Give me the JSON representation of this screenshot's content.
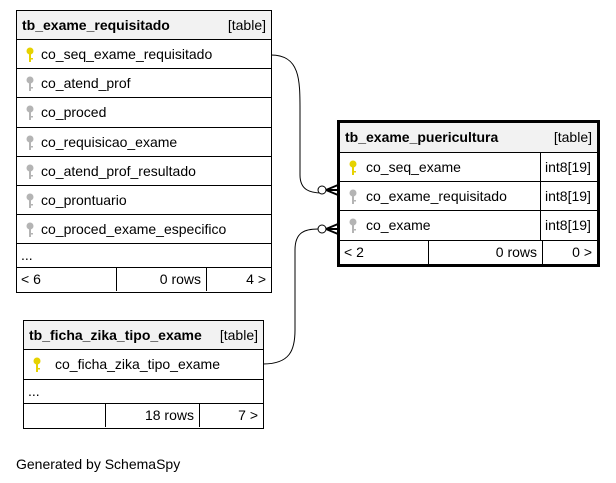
{
  "tables": {
    "exame_requisitado": {
      "name": "tb_exame_requisitado",
      "kind": "[table]",
      "columns": [
        {
          "name": "co_seq_exame_requisitado",
          "key": "primary"
        },
        {
          "name": "co_atend_prof",
          "key": "foreign"
        },
        {
          "name": "co_proced",
          "key": "foreign"
        },
        {
          "name": "co_requisicao_exame",
          "key": "foreign"
        },
        {
          "name": "co_atend_prof_resultado",
          "key": "foreign"
        },
        {
          "name": "co_prontuario",
          "key": "foreign"
        },
        {
          "name": "co_proced_exame_especifico",
          "key": "foreign"
        }
      ],
      "ellipsis": "...",
      "footer": {
        "parents": "< 6",
        "rows": "0 rows",
        "children": "4 >"
      }
    },
    "exame_puericultura": {
      "name": "tb_exame_puericultura",
      "kind": "[table]",
      "columns": [
        {
          "name": "co_seq_exame",
          "type": "int8[19]",
          "key": "primary"
        },
        {
          "name": "co_exame_requisitado",
          "type": "int8[19]",
          "key": "foreign"
        },
        {
          "name": "co_exame",
          "type": "int8[19]",
          "key": "foreign"
        }
      ],
      "footer": {
        "parents": "< 2",
        "rows": "0 rows",
        "children": "0 >"
      }
    },
    "ficha_zika_tipo_exame": {
      "name": "tb_ficha_zika_tipo_exame",
      "kind": "[table]",
      "columns": [
        {
          "name": "co_ficha_zika_tipo_exame",
          "key": "primary"
        }
      ],
      "ellipsis": "...",
      "footer": {
        "parents": "",
        "rows": "18 rows",
        "children": "7 >"
      }
    }
  },
  "colors": {
    "primary_key": "#e6d200",
    "foreign_key": "#b4b4b4",
    "header_bg": "#f2f2f2"
  },
  "generated_by": "Generated by SchemaSpy"
}
